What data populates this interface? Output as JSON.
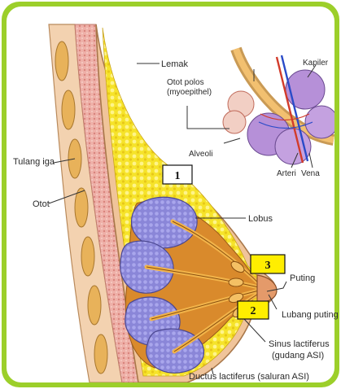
{
  "labels": {
    "lemak": "Lemak",
    "kapiler": "Kapiler",
    "otot_polos_1": "Otot polos",
    "otot_polos_2": "(myoepithel)",
    "alveoli": "Alveoli",
    "arteri": "Arteri",
    "vena": "Vena",
    "tulang_iga": "Tulang iga",
    "otot": "Otot",
    "lobus": "Lobus",
    "puting": "Puting",
    "lubang_puting": "Lubang puting",
    "sinus_1": "Sinus lactiferus",
    "sinus_2": "(gudang ASI)",
    "ductus": "Ductus lactiferus (saluran ASI)"
  },
  "markers": [
    "1",
    "2",
    "3"
  ],
  "colors": {
    "frame_green": "#9ccf2a",
    "skin": "#f0c49a",
    "fat_yellow": "#f4e022",
    "lobe_purple": "#8a84d6",
    "duct_orange": "#e59a2a",
    "rib": "#e8b25a",
    "muscle_pink": "#e9a0a0",
    "marker_yellow": "#ffee00"
  }
}
